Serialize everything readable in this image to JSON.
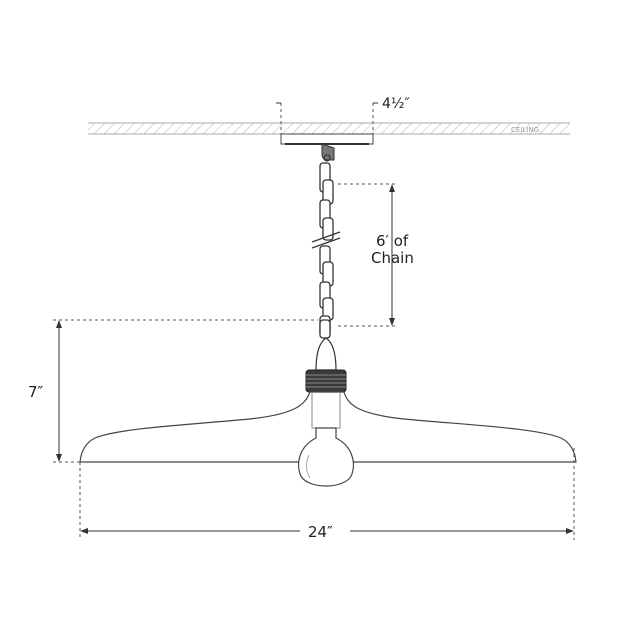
{
  "diagram": {
    "ceiling_label": "CEILING",
    "dimensions": {
      "canopy_width": "4½″",
      "chain_length_line1": "6′ of",
      "chain_length_line2": "Chain",
      "shade_height": "7″",
      "shade_width": "24″"
    }
  }
}
